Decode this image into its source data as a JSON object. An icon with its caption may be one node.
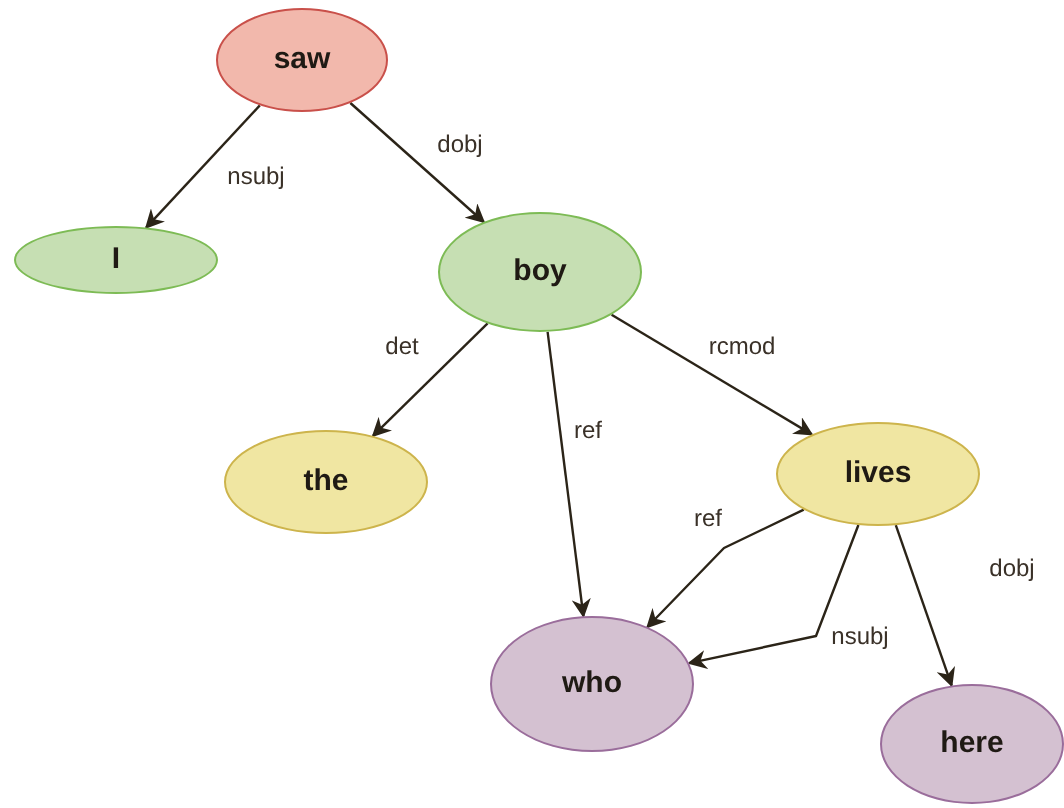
{
  "diagram": {
    "nodes": [
      {
        "text": [
          "saw"
        ]
      },
      {
        "text": [
          "I"
        ]
      },
      {
        "text": [
          "boy"
        ]
      },
      {
        "text": [
          "the"
        ]
      },
      {
        "text": [
          "lives"
        ]
      },
      {
        "text": [
          "who"
        ]
      },
      {
        "text": [
          "here"
        ]
      }
    ],
    "edges": [
      {
        "from": 0,
        "to": 1,
        "arrow": "to",
        "label": "nsubj"
      },
      {
        "from": 0,
        "to": 2,
        "arrow": "to",
        "label": "dobj"
      },
      {
        "from": 2,
        "to": 3,
        "arrow": "to",
        "label": "det"
      },
      {
        "from": 2,
        "to": 5,
        "arrow": "to",
        "label": "ref"
      },
      {
        "from": 2,
        "to": 4,
        "arrow": "to",
        "label": "rcmod"
      },
      {
        "from": 4,
        "to": 5,
        "arrow": "to",
        "label": "ref"
      },
      {
        "from": 4,
        "to": 5,
        "arrow": "to",
        "label": "nsubj"
      },
      {
        "from": 4,
        "to": 6,
        "arrow": "to",
        "label": "dobj"
      }
    ]
  }
}
